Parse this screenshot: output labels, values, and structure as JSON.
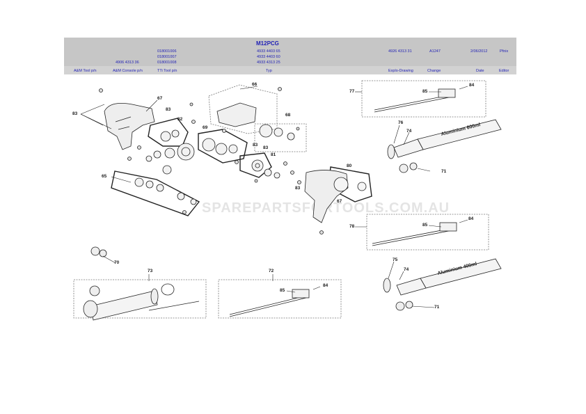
{
  "header": {
    "model": "M12PCG",
    "tti_tool_pn": [
      "018001006",
      "018001007",
      "018001008"
    ],
    "am_console_pn": "4906 4313 36",
    "typ": [
      "4933 4403 65",
      "4933 4403 60",
      "4933 4313 25"
    ],
    "explo_drawing": "4926 4313 31",
    "change": "A1247",
    "date": "2/06/2012",
    "editor": "Pfnix"
  },
  "columns": {
    "am_tool": "A&M Tool p/n",
    "am_console": "A&M Console p/n",
    "tti_tool": "TTi Tool p/n",
    "typ": "Typ",
    "explo": "Explo-Drawing",
    "change": "Change",
    "date": "Date",
    "editor": "Editor"
  },
  "watermark": "SPAREPARTSFORTOOLS.COM.AU",
  "callouts": {
    "c65": "65",
    "c66": "66",
    "c67a": "67",
    "c67b": "67",
    "c68": "68",
    "c69": "69",
    "c70": "70",
    "c71a": "71",
    "c71b": "71",
    "c72": "72",
    "c73": "73",
    "c74a": "74",
    "c74b": "74",
    "c75": "75",
    "c76": "76",
    "c77": "77",
    "c78": "78",
    "c80": "80",
    "c81": "81",
    "c82": "82",
    "c83a": "83",
    "c83b": "83",
    "c83c": "83",
    "c83d": "83",
    "c83e": "83",
    "c84a": "84",
    "c84b": "84",
    "c84c": "84",
    "c85a": "85",
    "c85b": "85",
    "c85c": "85"
  },
  "tube_labels": {
    "top": "Aluminium 600ml",
    "bottom": "Aluminium 400ml"
  }
}
